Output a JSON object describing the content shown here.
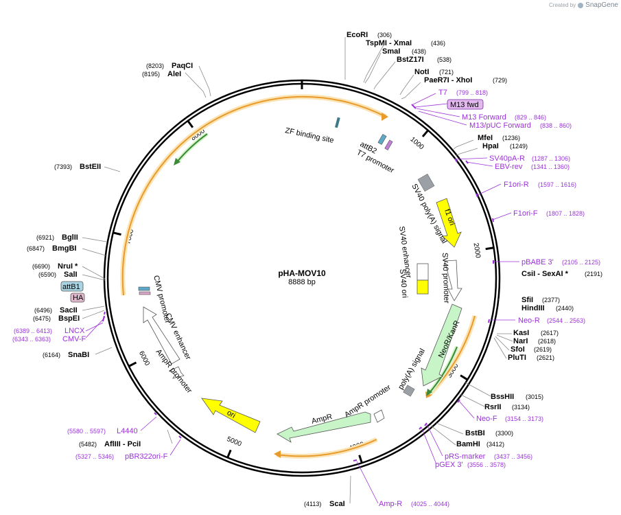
{
  "credit": {
    "prefix": "Created by",
    "brand": "SnapGene"
  },
  "plasmid": {
    "name": "pHA-MOV10",
    "size_label": "8888 bp",
    "length": 8888
  },
  "colors": {
    "backbone": "#000000",
    "feature_label": "#000000",
    "primer": "#9b30d9",
    "orange_feature": "#f0a030",
    "green_arrow": "#3a9a3a",
    "yellow_feature": "#ffff00",
    "mint_feature": "#c8f5c8",
    "grey_feature": "#9aa0a6",
    "blue_feature": "#5fa8c8",
    "pink_feature": "#d8a8c8"
  },
  "ticks": [
    {
      "pos": 1000,
      "label": "1000"
    },
    {
      "pos": 2000,
      "label": "2000"
    },
    {
      "pos": 3000,
      "label": "3000"
    },
    {
      "pos": 4000,
      "label": "4000"
    },
    {
      "pos": 5000,
      "label": "5000"
    },
    {
      "pos": 6000,
      "label": "6000"
    },
    {
      "pos": 7000,
      "label": "7000"
    },
    {
      "pos": 8000,
      "label": "8000"
    }
  ],
  "sites": [
    {
      "name": "EcoRI",
      "coord": "(306)"
    },
    {
      "name": "TspMI - XmaI",
      "coord": "(436)"
    },
    {
      "name": "SmaI",
      "coord": "(438)"
    },
    {
      "name": "BstZ17I",
      "coord": "(538)"
    },
    {
      "name": "NotI",
      "coord": "(721)"
    },
    {
      "name": "PaeR7I - XhoI",
      "coord": "(729)"
    },
    {
      "name": "MfeI",
      "coord": "(1236)"
    },
    {
      "name": "HpaI",
      "coord": "(1249)"
    },
    {
      "name": "CsiI - SexAI *",
      "coord": "(2191)"
    },
    {
      "name": "SfiI",
      "coord": "(2377)"
    },
    {
      "name": "HindIII",
      "coord": "(2440)"
    },
    {
      "name": "KasI",
      "coord": "(2617)"
    },
    {
      "name": "NarI",
      "coord": "(2618)"
    },
    {
      "name": "SfoI",
      "coord": "(2619)"
    },
    {
      "name": "PluTI",
      "coord": "(2621)"
    },
    {
      "name": "BssHII",
      "coord": "(3015)"
    },
    {
      "name": "RsrII",
      "coord": "(3134)"
    },
    {
      "name": "BstBI",
      "coord": "(3300)"
    },
    {
      "name": "BamHI",
      "coord": "(3412)"
    },
    {
      "name": "ScaI",
      "coord": "(4113)"
    },
    {
      "name": "AflIII - PciI",
      "coord": "(5482)"
    },
    {
      "name": "SnaBI",
      "coord": "(6164)"
    },
    {
      "name": "BspEI",
      "coord": "(6475)"
    },
    {
      "name": "SacII",
      "coord": "(6496)"
    },
    {
      "name": "SalI",
      "coord": "(6590)"
    },
    {
      "name": "NruI *",
      "coord": "(6690)"
    },
    {
      "name": "BmgBI",
      "coord": "(6847)"
    },
    {
      "name": "BglII",
      "coord": "(6921)"
    },
    {
      "name": "BstEII",
      "coord": "(7393)"
    },
    {
      "name": "AleI",
      "coord": "(8195)"
    },
    {
      "name": "PaqCI",
      "coord": "(8203)"
    }
  ],
  "primers": [
    {
      "name": "T7",
      "coord": "(799 .. 818)"
    },
    {
      "name": "M13 fwd",
      "coord": ""
    },
    {
      "name": "M13 Forward",
      "coord": "(829 .. 846)"
    },
    {
      "name": "M13/pUC Forward",
      "coord": "(838 .. 860)"
    },
    {
      "name": "SV40pA-R",
      "coord": "(1287 .. 1306)"
    },
    {
      "name": "EBV-rev",
      "coord": "(1341 .. 1360)"
    },
    {
      "name": "F1ori-R",
      "coord": "(1597 .. 1616)"
    },
    {
      "name": "F1ori-F",
      "coord": "(1807 .. 1828)"
    },
    {
      "name": "pBABE 3'",
      "coord": "(2105 .. 2125)"
    },
    {
      "name": "Neo-R",
      "coord": "(2544 .. 2563)"
    },
    {
      "name": "Neo-F",
      "coord": "(3154 .. 3173)"
    },
    {
      "name": "pRS-marker",
      "coord": "(3437 .. 3456)"
    },
    {
      "name": "pGEX 3'",
      "coord": "(3556 .. 3578)"
    },
    {
      "name": "Amp-R",
      "coord": "(4025 .. 4044)"
    },
    {
      "name": "L4440",
      "coord": "(5580 .. 5597)"
    },
    {
      "name": "pBR322ori-F",
      "coord": "(5327 .. 5346)"
    },
    {
      "name": "LNCX",
      "coord": "(6389 .. 6413)"
    },
    {
      "name": "CMV-F",
      "coord": "(6343 .. 6363)"
    }
  ],
  "features": [
    {
      "name": "ZF binding site"
    },
    {
      "name": "attB2"
    },
    {
      "name": "T7 promoter"
    },
    {
      "name": "SV40 poly(A) signal"
    },
    {
      "name": "f1 ori"
    },
    {
      "name": "SV40 enhancer"
    },
    {
      "name": "SV40 ori"
    },
    {
      "name": "SV40 promoter"
    },
    {
      "name": "NeoR/KanR"
    },
    {
      "name": "poly(A) signal"
    },
    {
      "name": "AmpR promoter"
    },
    {
      "name": "AmpR"
    },
    {
      "name": "ori"
    },
    {
      "name": "AmpR promoter"
    },
    {
      "name": "CMV enhancer"
    },
    {
      "name": "CMV promoter"
    },
    {
      "name": "attB1"
    },
    {
      "name": "HA"
    }
  ]
}
